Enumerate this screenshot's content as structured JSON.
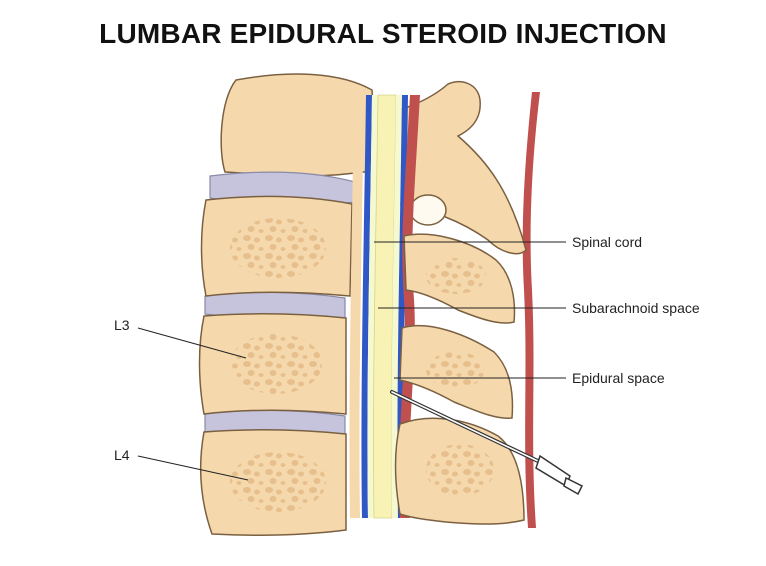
{
  "title": "LUMBAR EPIDURAL STEROID INJECTION",
  "labels": {
    "spinal_cord": "Spinal cord",
    "subarachnoid_space": "Subarachnoid space",
    "epidural_space": "Epidural space",
    "l3": "L3",
    "l4": "L4"
  },
  "colors": {
    "bone": "#f5d9ad",
    "bone_outline": "#7a6040",
    "bone_pores": "#e3b985",
    "disc": "#c5c4dc",
    "cord": "#f8f3b5",
    "csf": "#f5f9d0",
    "dura_blue": "#2f58c6",
    "ligament_red": "#c0504d",
    "needle": "#333333"
  }
}
